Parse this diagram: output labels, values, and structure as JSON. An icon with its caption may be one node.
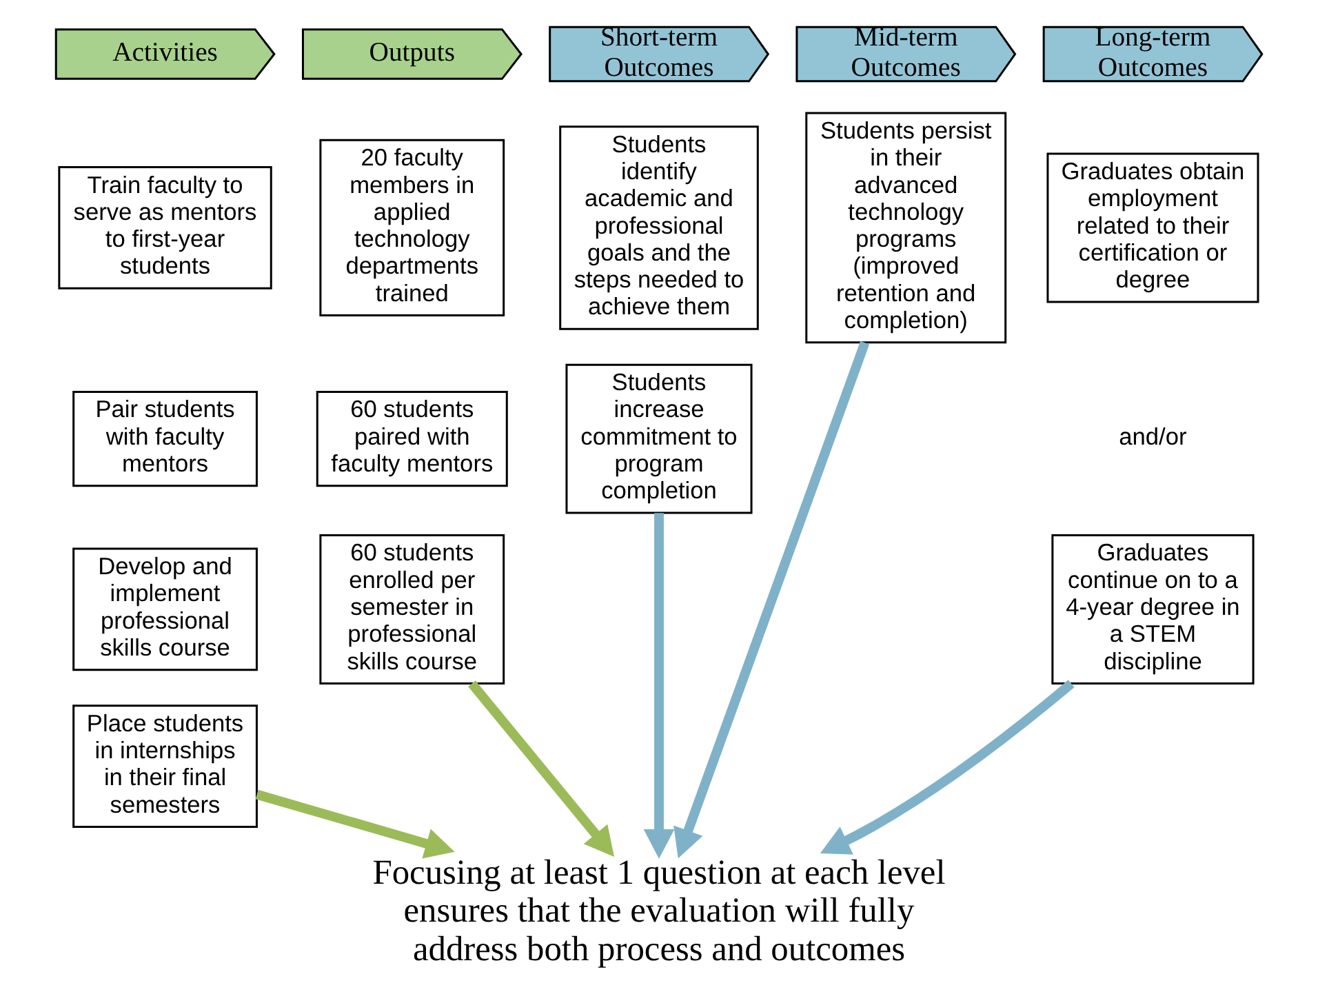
{
  "diagram": {
    "nodes": [
      {
        "text": [
          "Activities"
        ]
      },
      {
        "text": [
          "Outputs"
        ]
      },
      {
        "text": [
          "Short-term Outcomes"
        ]
      },
      {
        "text": [
          "Mid-term Outcomes"
        ]
      },
      {
        "text": [
          "Long-term Outcomes"
        ]
      },
      {
        "text": [
          "Train faculty to serve as mentors to first-year students"
        ]
      },
      {
        "text": [
          "Pair students with faculty mentors"
        ]
      },
      {
        "text": [
          "Develop and implement professional skills course"
        ]
      },
      {
        "text": [
          "Place students in internships in their final semesters"
        ]
      },
      {
        "text": [
          "20 faculty members in applied technology departments trained"
        ]
      },
      {
        "text": [
          "60 students paired with faculty mentors"
        ]
      },
      {
        "text": [
          "60 students enrolled per semester in professional skills course"
        ]
      },
      {
        "text": [
          "Students identify academic and professional goals and the steps needed to achieve them"
        ]
      },
      {
        "text": [
          "Students increase commitment to program completion"
        ]
      },
      {
        "text": [
          "Students persist in their advanced technology programs (improved retention and completion)"
        ]
      },
      {
        "text": [
          "Graduates obtain employment related to their certification or degree"
        ]
      },
      {
        "text": [
          "Graduates continue on to a 4-year degree in a STEM discipline"
        ]
      },
      {
        "text": [
          "Focusing at least 1 question at each level ensures that the evaluation will fully address both process and outcomes"
        ]
      }
    ],
    "edges": [
      {
        "from": 8,
        "to": 17,
        "arrow": "to",
        "color": "#9bbb59"
      },
      {
        "from": 11,
        "to": 17,
        "arrow": "to",
        "color": "#9bbb59"
      },
      {
        "from": 13,
        "to": 17,
        "arrow": "to"
      },
      {
        "from": 14,
        "to": 17,
        "arrow": "to"
      },
      {
        "from": 16,
        "to": 17,
        "arrow": "to"
      }
    ],
    "labels": [
      "and/or"
    ]
  }
}
